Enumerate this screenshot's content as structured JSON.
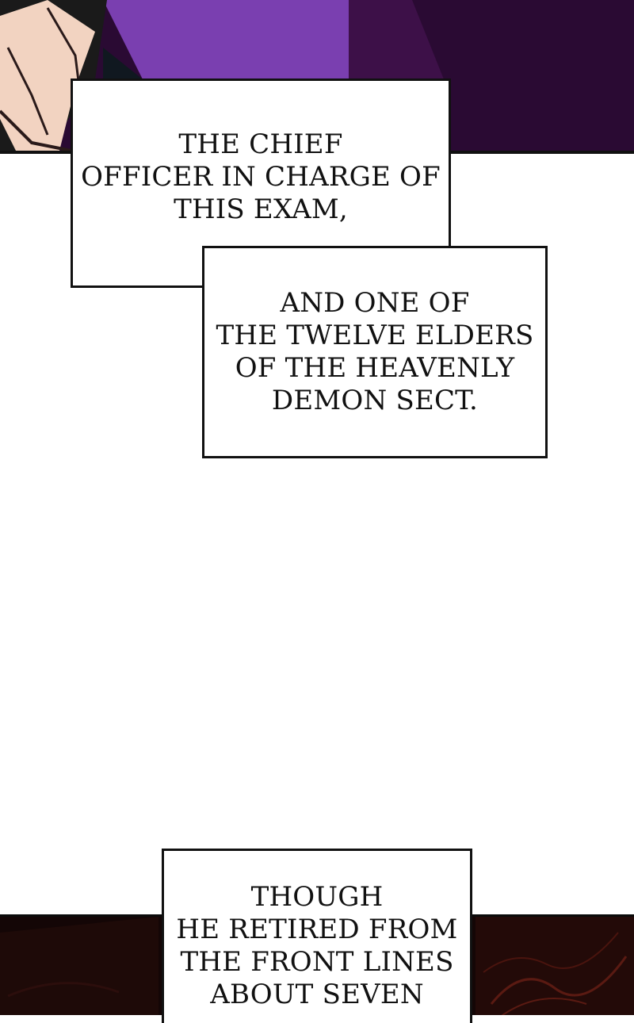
{
  "colors": {
    "top_panel_purple": "#7a3fb0",
    "top_panel_dark": "#2a0a33",
    "skin": "#f2d3c1",
    "bottom_panel_dark": "#140606",
    "bottom_panel_red": "#5a1a12",
    "caption_bg": "#ffffff",
    "caption_border": "#111111"
  },
  "captions": {
    "first": {
      "lines": [
        "THE CHIEF",
        "OFFICER IN CHARGE OF",
        "THIS EXAM,"
      ]
    },
    "second": {
      "lines": [
        "AND ONE OF",
        "THE TWELVE ELDERS",
        "OF THE HEAVENLY",
        "DEMON SECT."
      ]
    },
    "third": {
      "lines": [
        "THOUGH",
        "HE RETIRED FROM",
        "THE FRONT LINES",
        "ABOUT SEVEN"
      ]
    }
  }
}
